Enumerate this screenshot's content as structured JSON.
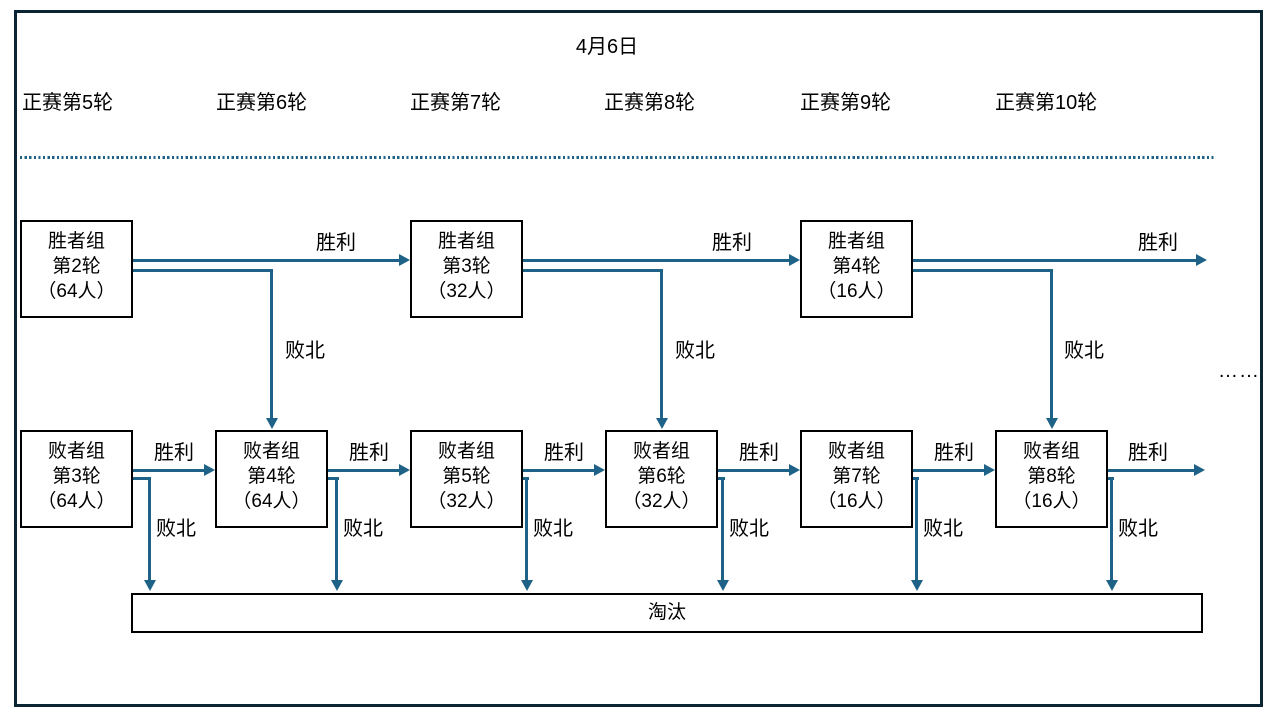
{
  "title": "4月6日",
  "column_headers": [
    "正赛第5轮",
    "正赛第6轮",
    "正赛第7轮",
    "正赛第8轮",
    "正赛第9轮",
    "正赛第10轮"
  ],
  "winner_boxes": [
    {
      "group": "胜者组",
      "round": "第2轮",
      "players": "（64人）"
    },
    {
      "group": "胜者组",
      "round": "第3轮",
      "players": "（32人）"
    },
    {
      "group": "胜者组",
      "round": "第4轮",
      "players": "（16人）"
    }
  ],
  "loser_boxes": [
    {
      "group": "败者组",
      "round": "第3轮",
      "players": "（64人）"
    },
    {
      "group": "败者组",
      "round": "第4轮",
      "players": "（64人）"
    },
    {
      "group": "败者组",
      "round": "第5轮",
      "players": "（32人）"
    },
    {
      "group": "败者组",
      "round": "第6轮",
      "players": "（32人）"
    },
    {
      "group": "败者组",
      "round": "第7轮",
      "players": "（16人）"
    },
    {
      "group": "败者组",
      "round": "第8轮",
      "players": "（16人）"
    }
  ],
  "edge_labels": {
    "win": "胜利",
    "lose": "败北"
  },
  "elimination_label": "淘汰",
  "continuation": "……",
  "colors": {
    "line": "#1F6287",
    "frame": "#0C2534",
    "box_border": "#000000",
    "text": "#000000"
  }
}
